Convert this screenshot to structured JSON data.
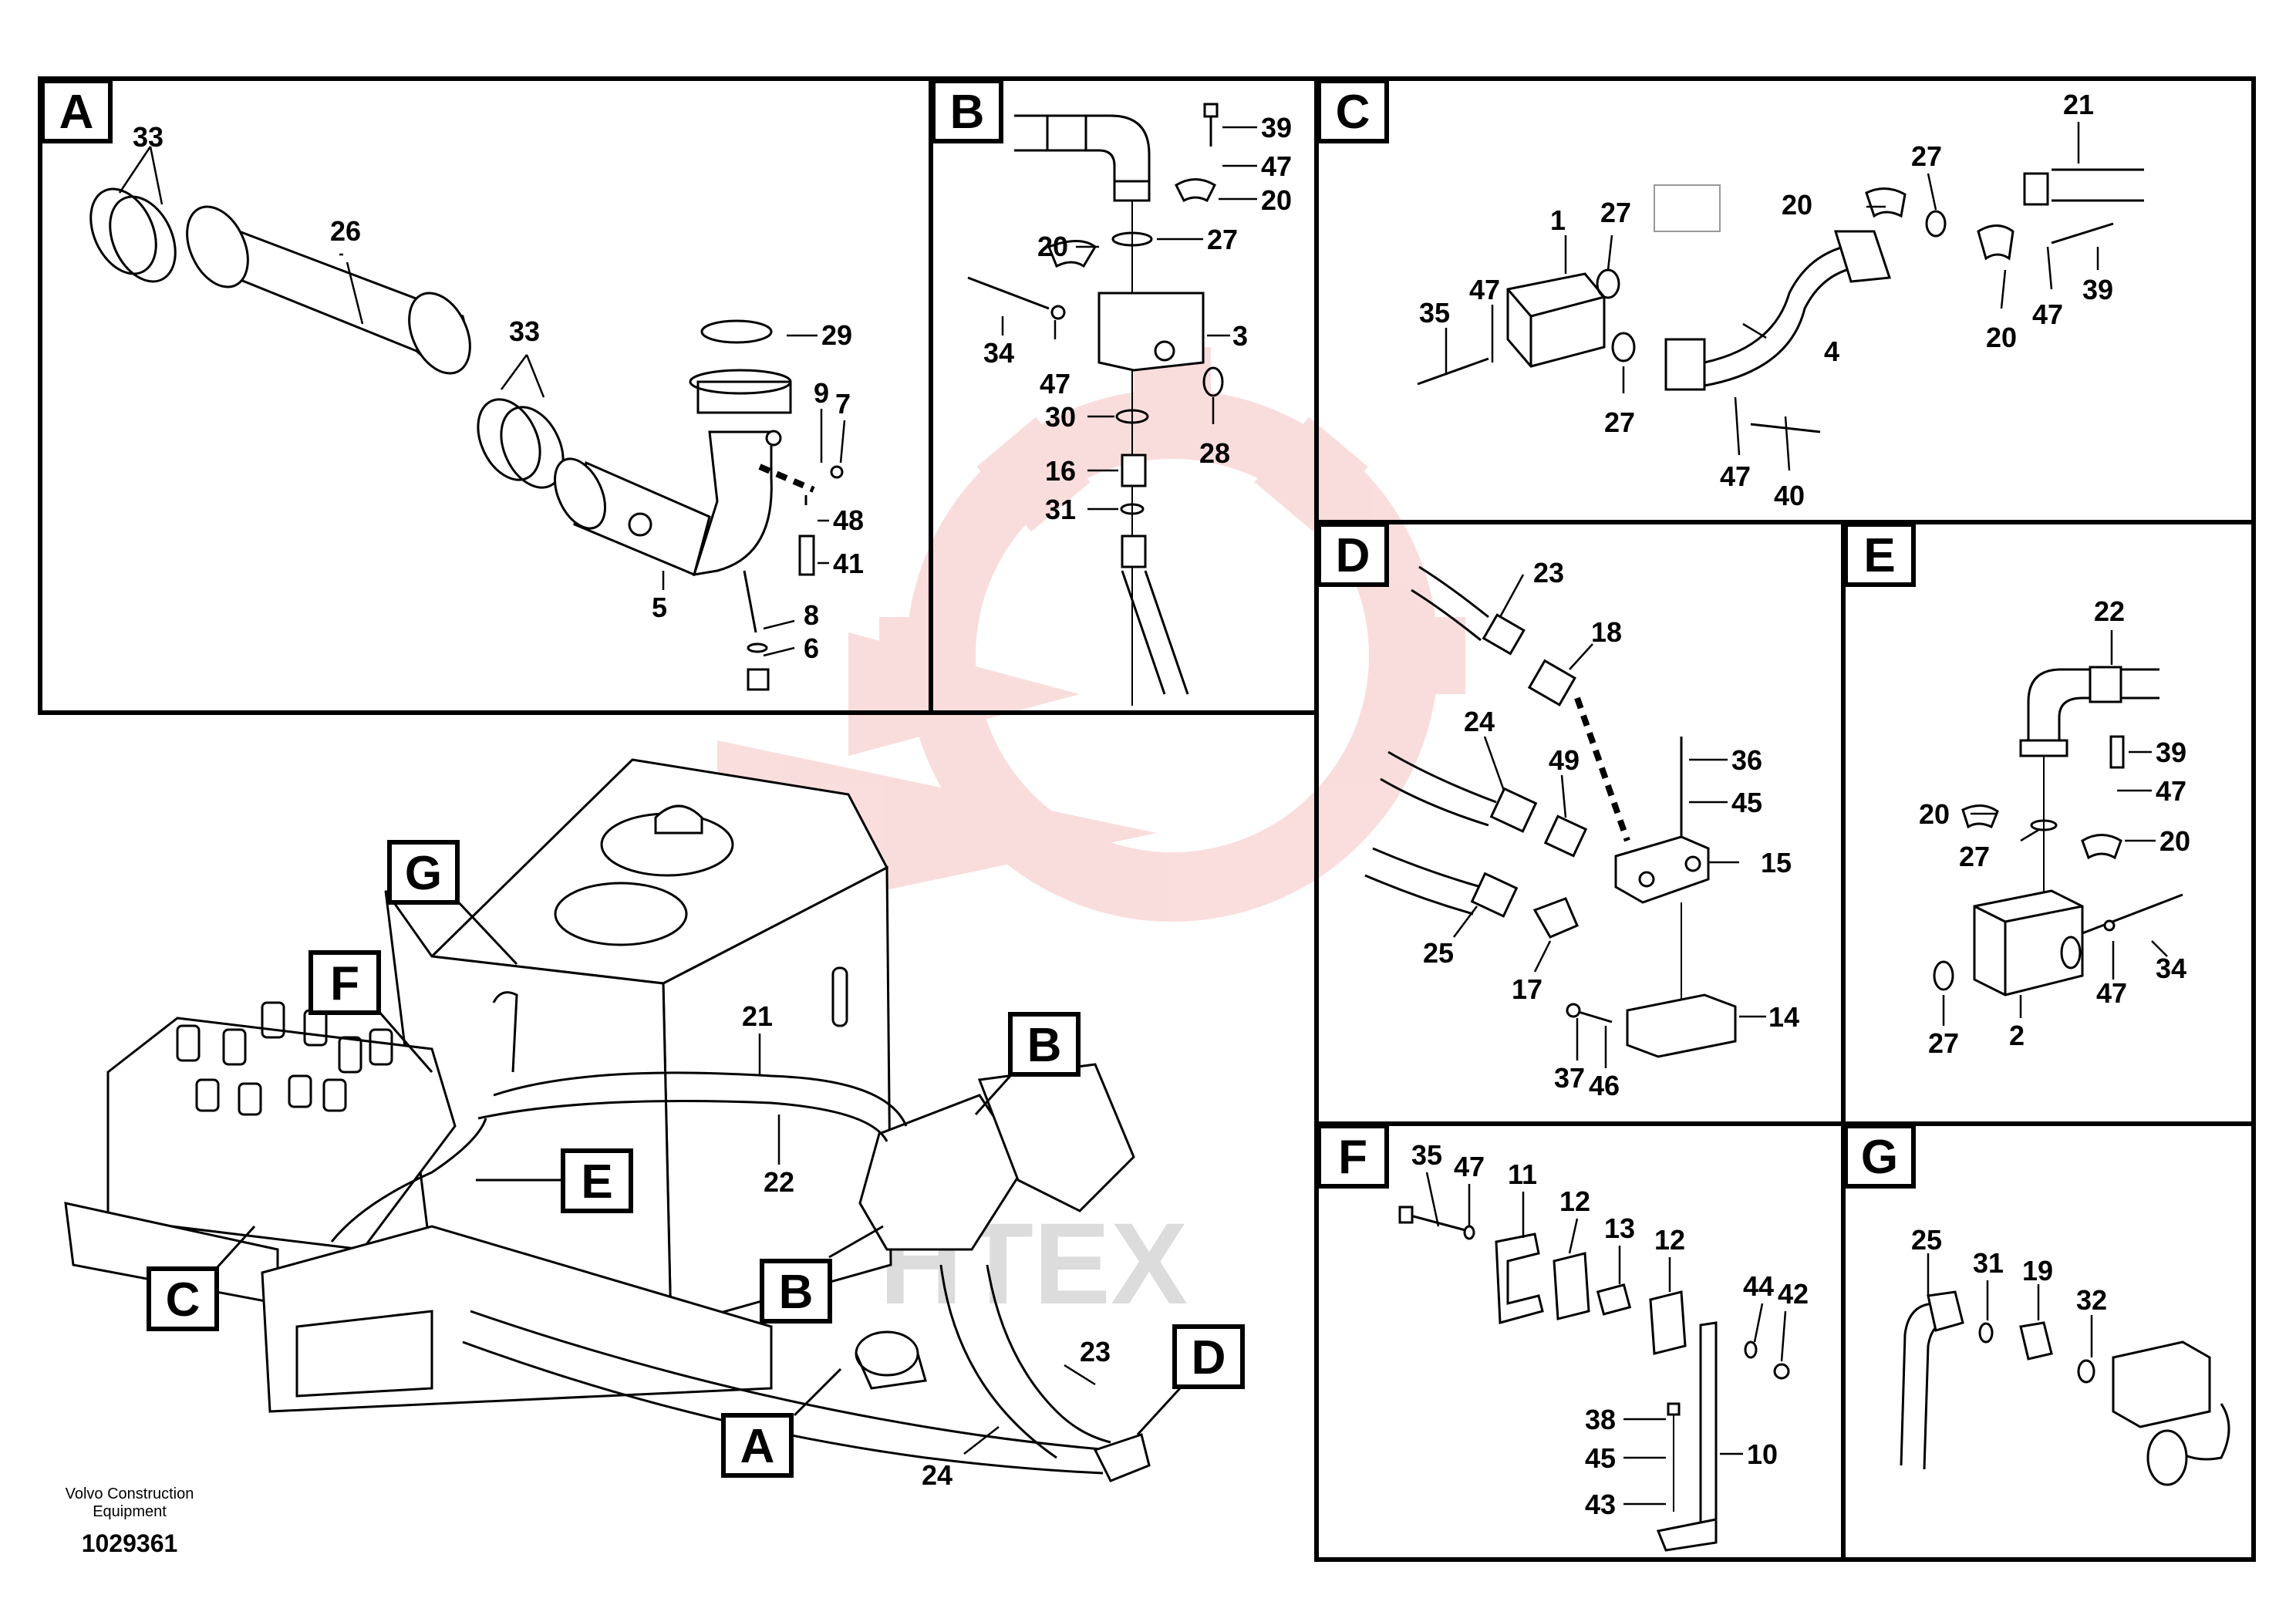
{
  "colors": {
    "line": "#000000",
    "background": "#ffffff",
    "watermark_red": "#f5c4c4",
    "watermark_gray": "#dcdcdc"
  },
  "panels": [
    {
      "id": "A",
      "letter": "A"
    },
    {
      "id": "B",
      "letter": "B"
    },
    {
      "id": "C",
      "letter": "C"
    },
    {
      "id": "D",
      "letter": "D"
    },
    {
      "id": "E",
      "letter": "E"
    },
    {
      "id": "F",
      "letter": "F"
    },
    {
      "id": "G",
      "letter": "G"
    }
  ],
  "labels": {
    "A": [
      "33",
      "26",
      "33",
      "29",
      "9",
      "7",
      "48",
      "41",
      "5",
      "8",
      "6"
    ],
    "B": [
      "39",
      "47",
      "20",
      "20",
      "27",
      "34",
      "47",
      "3",
      "30",
      "28",
      "16",
      "31"
    ],
    "C": [
      "21",
      "27",
      "20",
      "1",
      "27",
      "47",
      "35",
      "4",
      "27",
      "47",
      "40",
      "20",
      "47",
      "39"
    ],
    "D": [
      "23",
      "18",
      "24",
      "49",
      "36",
      "45",
      "15",
      "25",
      "17",
      "14",
      "37",
      "46"
    ],
    "E": [
      "22",
      "39",
      "20",
      "47",
      "27",
      "20",
      "34",
      "47",
      "27",
      "2"
    ],
    "F": [
      "35",
      "47",
      "11",
      "12",
      "13",
      "12",
      "44",
      "42",
      "38",
      "10",
      "45",
      "43"
    ],
    "G": [
      "25",
      "31",
      "19",
      "32"
    ],
    "main": [
      "21",
      "22",
      "23",
      "24"
    ]
  },
  "callouts": [
    "G",
    "F",
    "E",
    "C",
    "B",
    "B",
    "A",
    "D"
  ],
  "footer": {
    "line1": "Volvo Construction",
    "line2": "Equipment",
    "number": "1029361"
  },
  "watermark": {
    "text": "HTEX"
  }
}
